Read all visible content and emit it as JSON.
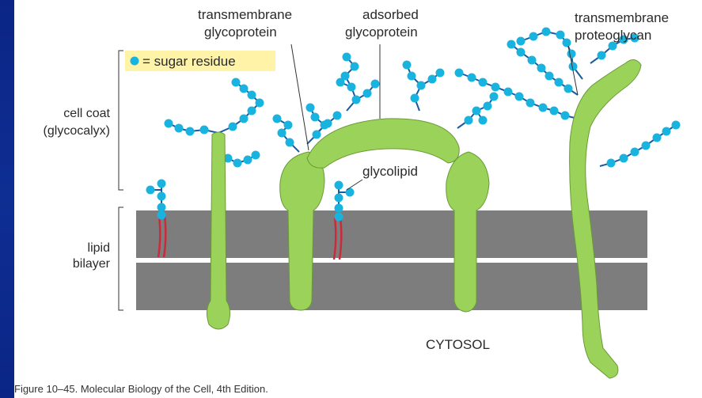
{
  "labels": {
    "tm_glycoprotein_1": "transmembrane",
    "tm_glycoprotein_2": "glycoprotein",
    "ads_glycoprotein_1": "adsorbed",
    "ads_glycoprotein_2": "glycoprotein",
    "tm_proteoglycan_1": "transmembrane",
    "tm_proteoglycan_2": "proteoglycan",
    "sugar_legend": "= sugar residue",
    "cell_coat_1": "cell coat",
    "cell_coat_2": "(glycocalyx)",
    "glycolipid": "glycolipid",
    "lipid_1": "lipid",
    "lipid_2": "bilayer",
    "cytosol": "CYTOSOL"
  },
  "caption": "Figure 10–45. Molecular Biology of the Cell, 4th Edition.",
  "colors": {
    "background": "#0d2a86",
    "protein": "#9bd35a",
    "protein_outline": "#6a9a37",
    "membrane": "#7d7d7d",
    "sugar": "#19b3e0",
    "chain": "#1a5aa0",
    "lipid_tail": "#cc2a3a",
    "legend_bg": "#fff3a8"
  }
}
